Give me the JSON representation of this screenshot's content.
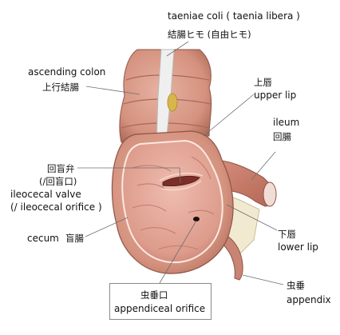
{
  "labels": {
    "taeniae_en": "taeniae coli ( taenia libera )",
    "taeniae_jp": "結腸ヒモ (自由ヒモ)",
    "ascending_en": "ascending colon",
    "ascending_jp": "上行結腸",
    "upper_jp": "上唇",
    "upper_en": "upper lip",
    "ileum_en": "ileum",
    "ileum_jp": "回腸",
    "valve_jp1": "回盲弁",
    "valve_jp2": "(/回盲口)",
    "valve_en1": "ileocecal valve",
    "valve_en2": "(/ ileocecal orifice )",
    "cecum_en": "cecum",
    "cecum_jp": "盲腸",
    "lower_jp": "下唇",
    "lower_en": "lower lip",
    "appendix_jp": "虫垂",
    "appendix_en": "appendix",
    "orifice_jp": "虫垂口",
    "orifice_en": "appendiceal orifice"
  },
  "colors": {
    "colon": "#d99a86",
    "colon_dark": "#b36b5a",
    "interior": "#e3a496",
    "fold_line": "#fbe9e2",
    "taenia": "#eeeeee",
    "fat": "#d9b64a",
    "ileum": "#c97d6a",
    "leader": "#6e6e6e"
  }
}
